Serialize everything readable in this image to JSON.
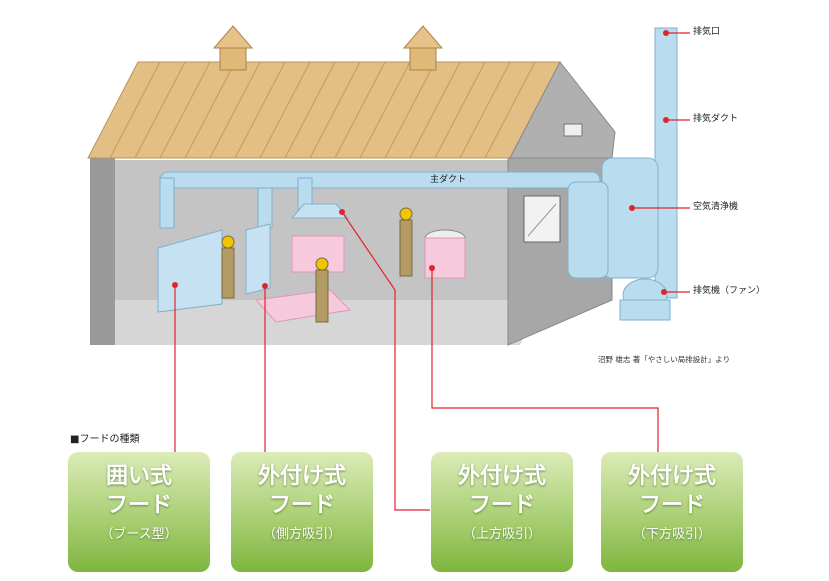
{
  "labels": {
    "exhaust_outlet": "排気口",
    "exhaust_duct": "排気ダクト",
    "air_cleaner": "空気清浄機",
    "exhaust_fan": "排気機（ファン）",
    "main_duct": "主ダクト"
  },
  "credit": "沼野 雄志 著「やさしい局排設計」より",
  "caption": "■フードの種類",
  "cards": [
    {
      "line1": "囲い式",
      "line2": "フード",
      "line3": "（ブース型）"
    },
    {
      "line1": "外付け式",
      "line2": "フード",
      "line3": "（側方吸引）"
    },
    {
      "line1": "外付け式",
      "line2": "フード",
      "line3": "（上方吸引）"
    },
    {
      "line1": "外付け式",
      "line2": "フード",
      "line3": "（下方吸引）"
    }
  ],
  "colors": {
    "roof": "#e3bf86",
    "wall": "#9c9c9c",
    "floor": "#d3d3d3",
    "duct": "#b9dcef",
    "hood_pink": "#f6c9dc",
    "leader_line": "#e0242c",
    "card_green": "#8fc255"
  }
}
